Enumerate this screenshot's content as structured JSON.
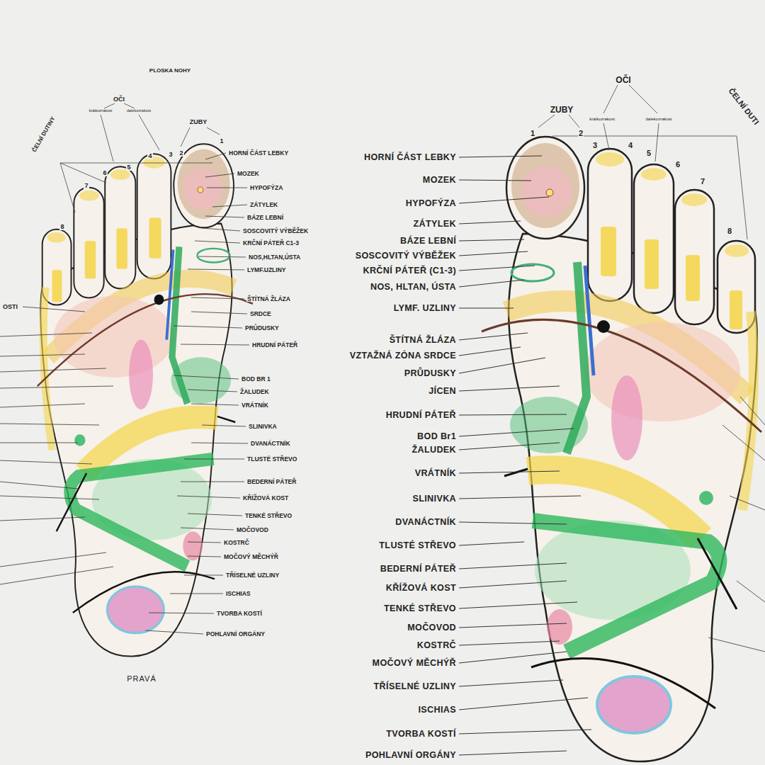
{
  "diagram": {
    "title": "PLOSKA NOHY",
    "labels": [
      "OČI",
      "krátkozrakost",
      "dalekozrakost",
      "ZUBY",
      "ČELNÍ DUTINY",
      "8",
      "7",
      "6",
      "5",
      "4",
      "3",
      "2",
      "1",
      "OSTI",
      "HORNÍ ČÁST LEBKY",
      "MOZEK",
      "HYPOFÝZA",
      "ZÁTYLEK",
      "BÁZE LEBNÍ",
      "SOSCOVITÝ VÝBĚŽEK",
      "KRČNÍ PÁTEŘ C1-3",
      "NOS,HLTAN,ÚSTA",
      "LYMF.UZLINY",
      "ŠTÍTNÁ ŽLÁZA",
      "SRDCE",
      "PRŮDUSKY",
      "HRUDNÍ PÁTEŘ",
      "BOD BR 1",
      "ŽALUDEK",
      "VRÁTNÍK",
      "SLINIVKA",
      "DVANÁCTNÍK",
      "TLUSTÉ STŘEVO",
      "BEDERNÍ PÁTEŘ",
      "KŘÍŽOVÁ KOST",
      "TENKÉ STŘEVO",
      "MOČOVOD",
      "KOSTRČ",
      "MOČOVÝ MĚCHÝŘ",
      "TŘÍSELNÉ UZLINY",
      "ISCHIAS",
      "TVORBA KOSTÍ",
      "POHLAVNÍ ORGÁNY",
      "PRAVÁ",
      "ZUBY",
      "OČI",
      "krátkozrakost",
      "dalekozrakost",
      "ČELNÍ DUTI",
      "1",
      "2",
      "3",
      "4",
      "5",
      "6",
      "7",
      "8",
      "HORNÍ ČÁST LEBKY",
      "MOZEK",
      "HYPOFÝZA",
      "ZÁTYLEK",
      "BÁZE LEBNÍ",
      "SOSCOVITÝ VÝBĚŽEK",
      "KRČNÍ PÁTEŘ (C1-3)",
      "NOS, HLTAN, ÚSTA",
      "LYMF. UZLINY",
      "ŠTÍTNÁ ŽLÁZA",
      "VZTAŽNÁ ZÓNA SRDCE",
      "PRŮDUSKY",
      "JÍCEN",
      "HRUDNÍ PÁTEŘ",
      "BOD Br1",
      "ŽALUDEK",
      "VRÁTNÍK",
      "SLINIVKA",
      "DVANÁCTNÍK",
      "TLUSTÉ STŘEVO",
      "BEDERNÍ PÁTEŘ",
      "KŘÍŽOVÁ KOST",
      "TENKÉ STŘEVO",
      "MOČOVOD",
      "KOSTRČ",
      "MOČOVÝ MĚCHÝŘ",
      "TŘÍSELNÉ UZLINY",
      "ISCHIAS",
      "TVORBA KOSTÍ",
      "POHLAVNÍ ORGÁNY"
    ]
  }
}
